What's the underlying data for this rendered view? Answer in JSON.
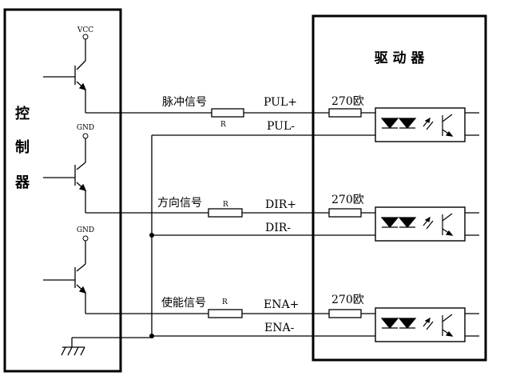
{
  "controller": {
    "label_chars": [
      "控",
      "制",
      "器"
    ]
  },
  "driver": {
    "title": "驱 动 器"
  },
  "power": {
    "vcc": "VCC",
    "gnd_1": "GND",
    "gnd_2": "GND"
  },
  "channels": [
    {
      "signal": "脉冲信号",
      "resistor": "R",
      "pos": "PUL+",
      "neg": "PUL-",
      "ohm": "270欧"
    },
    {
      "signal": "方向信号",
      "resistor": "R",
      "pos": "DIR+",
      "neg": "DIR-",
      "ohm": "270欧"
    },
    {
      "signal": "使能信号",
      "resistor": "R",
      "pos": "ENA+",
      "neg": "ENA-",
      "ohm": "270欧"
    }
  ]
}
